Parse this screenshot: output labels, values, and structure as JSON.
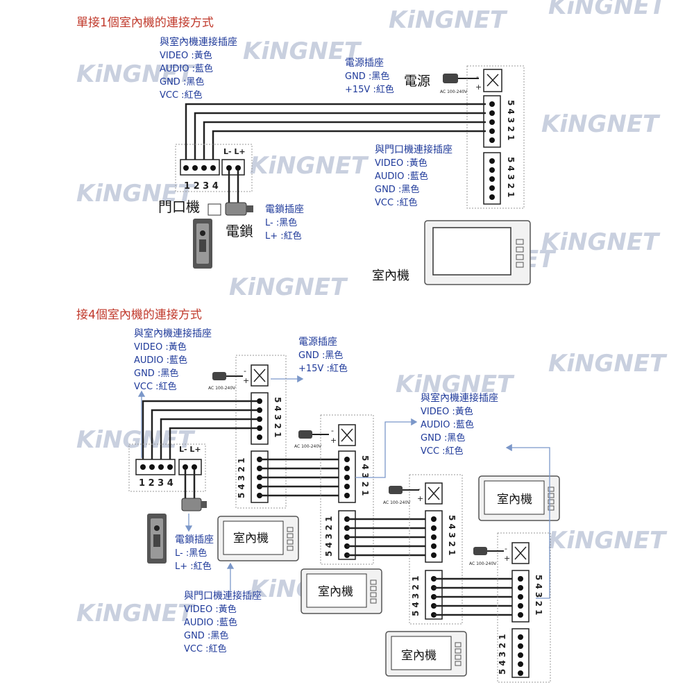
{
  "watermark": "KiNGNET",
  "top": {
    "title": "單接1個室內機的連接方式",
    "indoor_socket": {
      "title": "與室內機連接插座",
      "lines": [
        "VIDEO :黃色",
        "AUDIO :藍色",
        "GND :黑色",
        "VCC :紅色"
      ]
    },
    "power_socket": {
      "title": "電源插座",
      "lines": [
        "GND :黑色",
        "+15V :紅色"
      ]
    },
    "power_label": "電源",
    "door_socket": {
      "title": "與門口機連接插座",
      "lines": [
        "VIDEO :黃色",
        "AUDIO :藍色",
        "GND :黑色",
        "VCC :紅色"
      ]
    },
    "lock_socket": {
      "title": "電鎖插座",
      "lines": [
        "L- :黑色",
        "L+ :紅色"
      ]
    },
    "door_unit_label": "門口機",
    "lock_label": "電鎖",
    "indoor_unit_label": "室內機",
    "adapter_label": "AC 100-240V",
    "terminal_numbers": "1 2 3 4",
    "lock_terminal": "L- L+",
    "pin_numbers": "5 4 3 2 1"
  },
  "bottom": {
    "title": "接4個室內機的連接方式",
    "indoor_socket": {
      "title": "與室內機連接插座",
      "lines": [
        "VIDEO :黃色",
        "AUDIO :藍色",
        "GND :黑色",
        "VCC :紅色"
      ]
    },
    "power_socket": {
      "title": "電源插座",
      "lines": [
        "GND :黑色",
        "+15V :紅色"
      ]
    },
    "indoor_socket2": {
      "title": "與室內機連接插座",
      "lines": [
        "VIDEO :黃色",
        "AUDIO :藍色",
        "GND :黑色",
        "VCC :紅色"
      ]
    },
    "lock_socket": {
      "title": "電鎖插座",
      "lines": [
        "L- :黑色",
        "L+ :紅色"
      ]
    },
    "door_socket": {
      "title": "與門口機連接插座",
      "lines": [
        "VIDEO :黃色",
        "AUDIO :藍色",
        "GND :黑色",
        "VCC :紅色"
      ]
    },
    "indoor_unit_label": "室內機",
    "adapter_label": "AC 100-240V",
    "terminal_numbers": "1 2 3 4",
    "lock_terminal": "L- L+",
    "pin_numbers": "5 4 3 2 1"
  }
}
